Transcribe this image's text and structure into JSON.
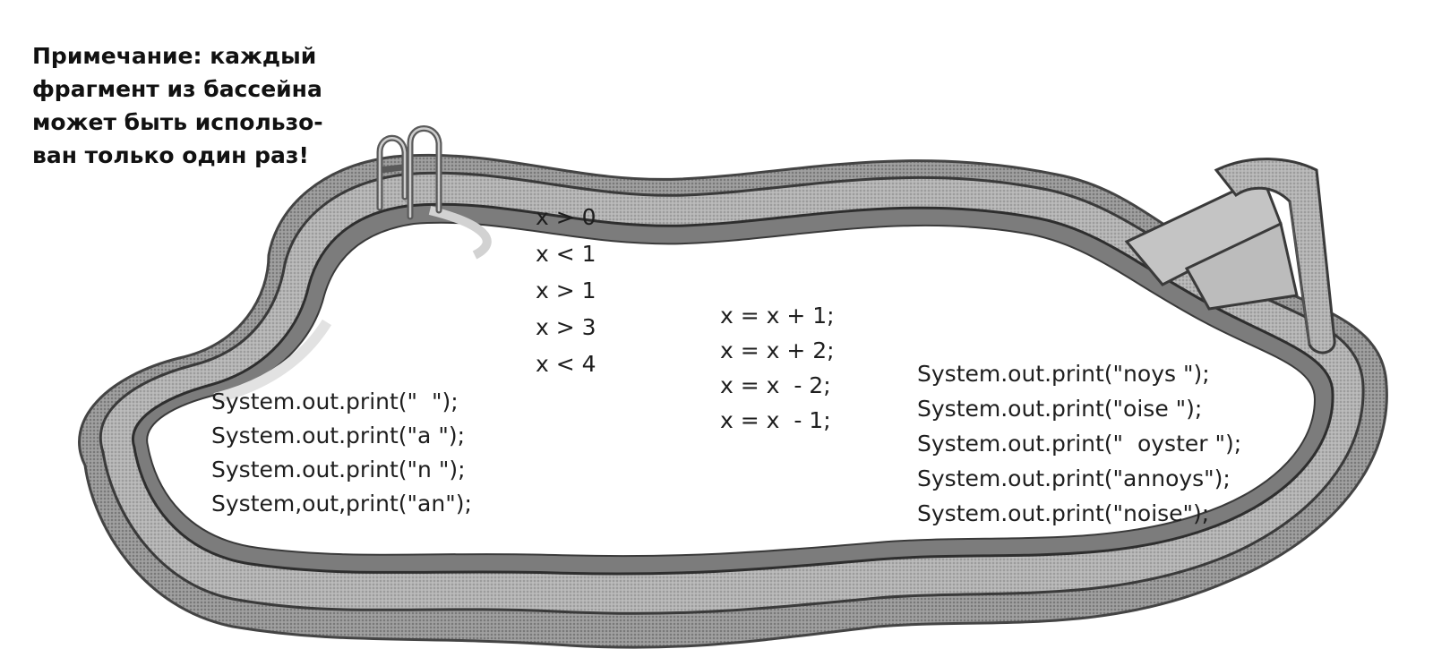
{
  "note": {
    "lines": [
      "Примечание: каждый",
      "фрагмент из бассейна",
      "может быть использо-",
      "ван только один раз!"
    ]
  },
  "pool": {
    "conditions": [
      "x > 0",
      "x < 1",
      "x > 1",
      "x > 3",
      "x < 4"
    ],
    "assignments": [
      "x = x + 1;",
      "x = x + 2;",
      "x = x  - 2;",
      "x = x  - 1;"
    ],
    "prints_left": [
      "System.out.print(\"  \");",
      "System.out.print(\"a \");",
      "System.out.print(\"n \");",
      "System,out,print(\"an\");"
    ],
    "prints_right": [
      "System.out.print(\"noys \");",
      "System.out.print(\"oise \");",
      "System.out.print(\"  oyster \");",
      "System.out.print(\"annoys\");",
      "System.out.print(\"noise\");"
    ]
  }
}
